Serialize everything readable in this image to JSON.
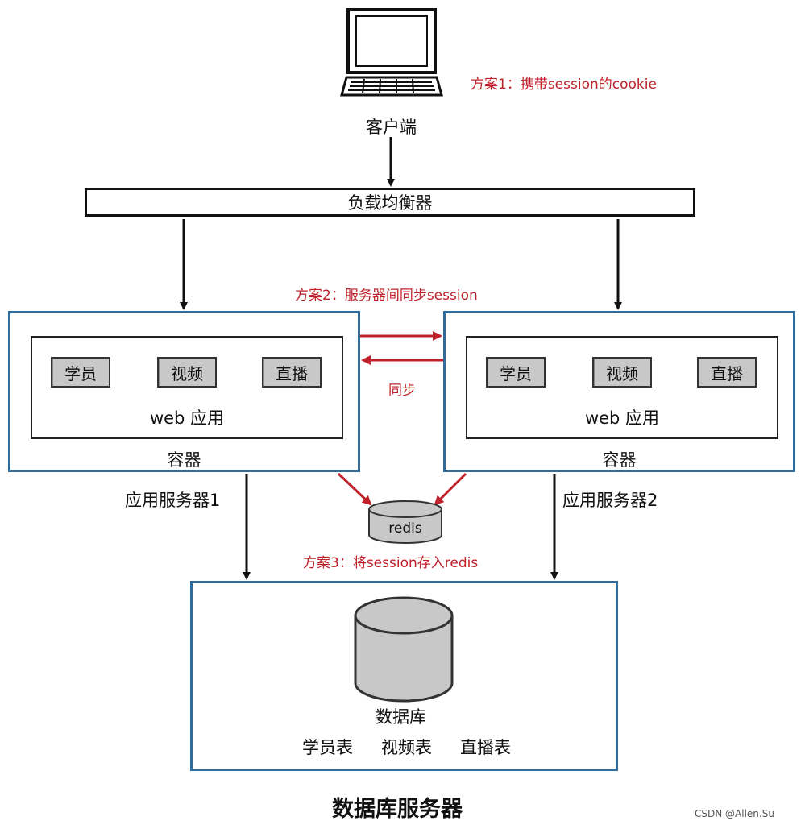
{
  "client": {
    "label": "客户端"
  },
  "load_balancer": {
    "label": "负载均衡器"
  },
  "scheme1": "方案1：携带session的cookie",
  "scheme2": "方案2：服务器间同步session",
  "scheme3": "方案3：将session存入redis",
  "sync_label": "同步",
  "redis_label": "redis",
  "server1": {
    "modules": [
      "学员",
      "视频",
      "直播"
    ],
    "app_label": "web 应用",
    "container_label": "容器",
    "name": "应用服务器1"
  },
  "server2": {
    "modules": [
      "学员",
      "视频",
      "直播"
    ],
    "app_label": "web 应用",
    "container_label": "容器",
    "name": "应用服务器2"
  },
  "database": {
    "label": "数据库",
    "tables": [
      "学员表",
      "视频表",
      "直播表"
    ],
    "server_name": "数据库服务器"
  },
  "watermark": "CSDN @Allen.Su",
  "colors": {
    "annotation": "#c0202a",
    "server_border": "#2d6c9c",
    "chip_fill": "#c8c8c8"
  }
}
